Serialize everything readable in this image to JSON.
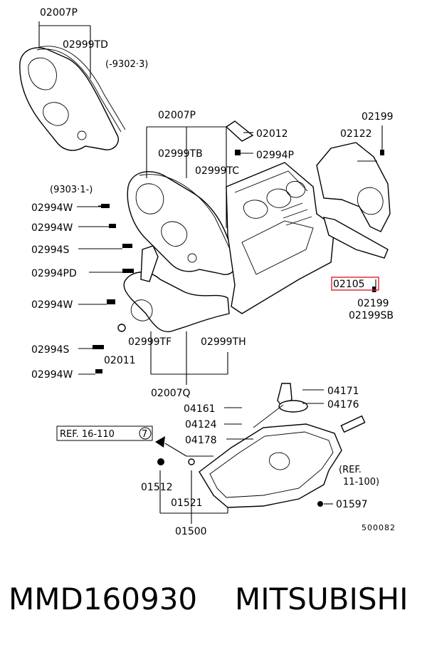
{
  "labels": {
    "p02007P_top": "02007P",
    "p02999TD": "02999TD",
    "note_9302": "(-9302·3)",
    "p02007P_mid": "02007P",
    "p02012": "02012",
    "p02994P": "02994P",
    "p02999TB": "02999TB",
    "p02999TC": "02999TC",
    "p02199_a": "02199",
    "p02122": "02122",
    "note_9303": "(9303·1-)",
    "p02994W_1": "02994W",
    "p02994W_2": "02994W",
    "p02994S_1": "02994S",
    "p02994PD": "02994PD",
    "p02105": "02105",
    "p02199_b": "02199",
    "p02199SB": "02199SB",
    "p02994W_3": "02994W",
    "p02999TF": "02999TF",
    "p02999TH": "02999TH",
    "p02994S_2": "02994S",
    "p02011": "02011",
    "p02994W_4": "02994W",
    "p02007Q": "02007Q",
    "p04171": "04171",
    "p04161": "04161",
    "p04176": "04176",
    "p04124": "04124",
    "ref_16_110": "REF. 16-110",
    "ref_16_110_num": "7",
    "p04178": "04178",
    "ref_11_100_a": "(REF.",
    "ref_11_100_b": "11-100)",
    "p01512": "01512",
    "p01521": "01521",
    "p01597": "01597",
    "p01500": "01500",
    "diagram_code": "500082"
  },
  "footer": {
    "part_number": "MMD160930",
    "brand": "MITSUBISHI"
  },
  "colors": {
    "highlight": "#e0202a",
    "ink": "#000000",
    "background": "#ffffff"
  }
}
